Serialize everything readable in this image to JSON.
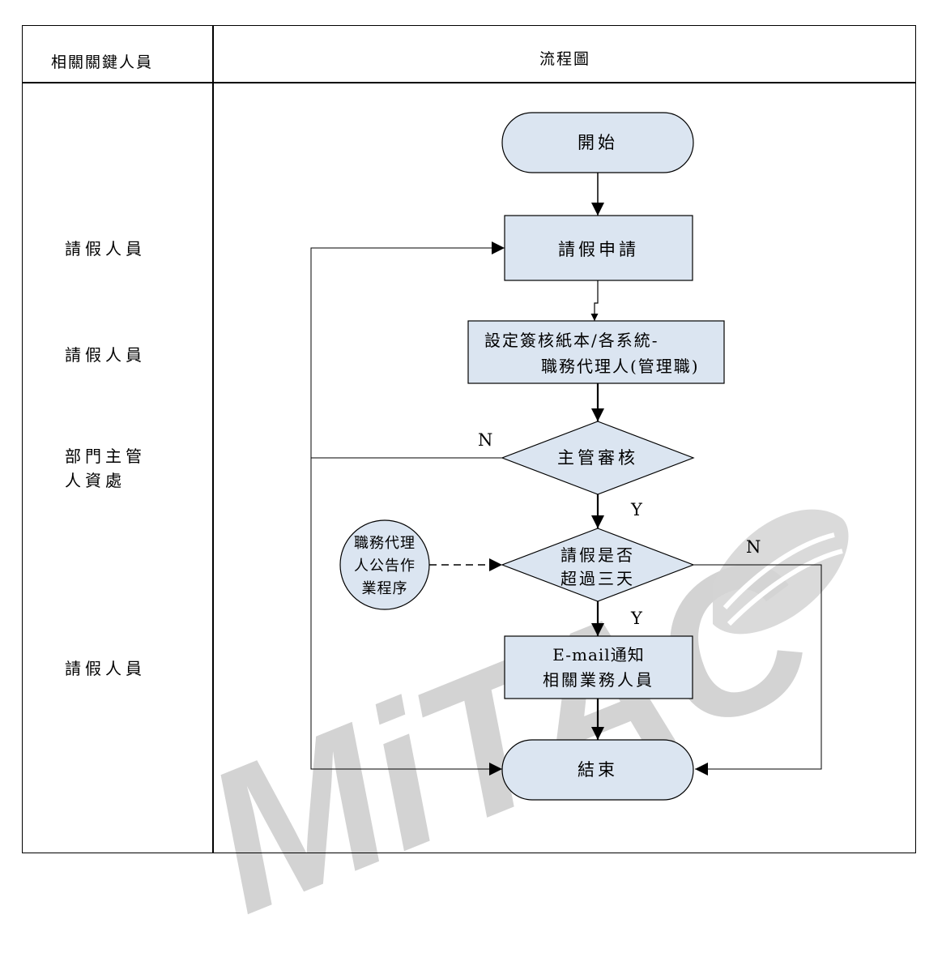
{
  "header": {
    "left_title": "相關關鍵人員",
    "right_title": "流程圖"
  },
  "roles": [
    {
      "lines": [
        "請假人員"
      ]
    },
    {
      "lines": [
        "請假人員"
      ]
    },
    {
      "lines": [
        "部門主管",
        "人資處"
      ]
    },
    {
      "lines": [
        "請假人員"
      ]
    }
  ],
  "flow": {
    "start": "開始",
    "apply": "請假申請",
    "setup_line1": "設定簽核紙本/各系統-",
    "setup_line2": "職務代理人(管理職)",
    "decision_manager": "主管審核",
    "decision_days_line1": "請假是否",
    "decision_days_line2": "超過三天",
    "connector_line1": "職務代理",
    "connector_line2": "人公告作",
    "connector_line3": "業程序",
    "email_line1": "E-mail通知",
    "email_line2": "相關業務人員",
    "end": "結束",
    "label_n_manager": "N",
    "label_y_manager": "Y",
    "label_n_days": "N",
    "label_y_days": "Y"
  },
  "watermark": {
    "text": "MiTAC",
    "color": "#d4d4d4"
  },
  "colors": {
    "shape_fill": "#dbe5f1",
    "line": "#000000"
  }
}
